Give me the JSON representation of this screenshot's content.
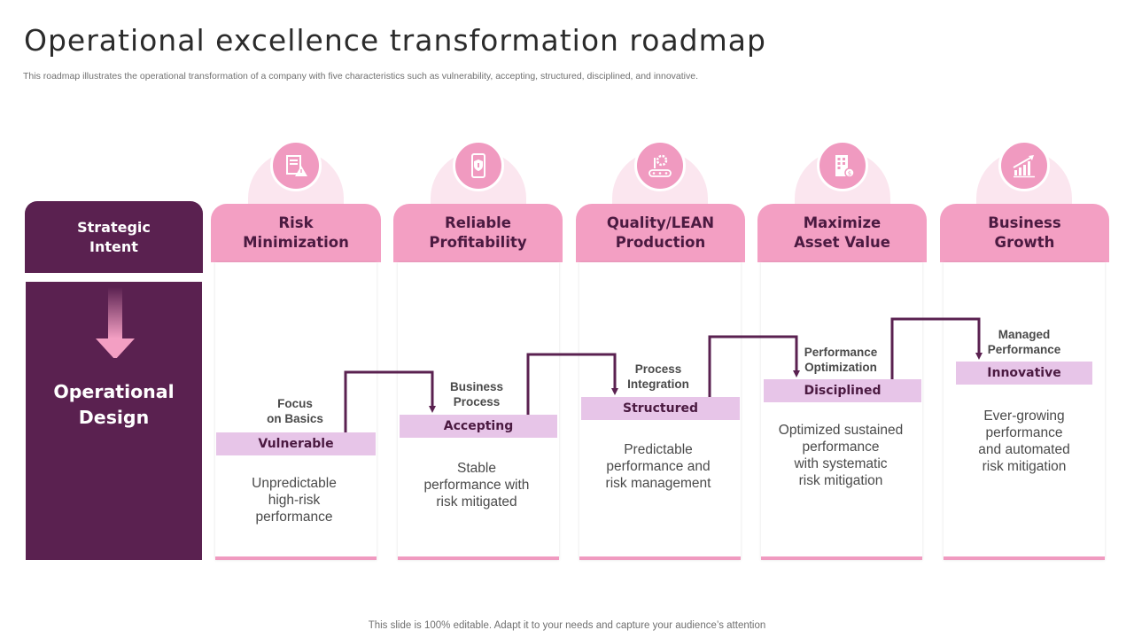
{
  "title": "Operational excellence transformation roadmap",
  "subtitle": "This roadmap illustrates the operational transformation of a company with five  characteristics such as vulnerability, accepting, structured, disciplined, and innovative.",
  "footer": "This slide is 100% editable. Adapt it to your needs and capture your audience’s attention",
  "rows": {
    "strategic_intent": "Strategic\nIntent",
    "operational_design": "Operational\nDesign"
  },
  "colors": {
    "dark_purple": "#5a2150",
    "pink": "#f39fc3",
    "light_pink": "#fbe6ef",
    "lilac": "#e7c5e8",
    "connector": "#5a2150"
  },
  "columns": [
    {
      "icon": "checklist-warning-icon",
      "header": "Risk\nMinimization",
      "step": "Focus\non Basics",
      "stage": "Vulnerable",
      "description": "Unpredictable\nhigh-risk\nperformance"
    },
    {
      "icon": "mobile-security-icon",
      "header": "Reliable\nProfitability",
      "step": "Business\nProcess",
      "stage": "Accepting",
      "description": "Stable\nperformance with\nrisk mitigated"
    },
    {
      "icon": "conveyor-gear-icon",
      "header": "Quality/LEAN\nProduction",
      "step": "Process\nIntegration",
      "stage": "Structured",
      "description": "Predictable\nperformance and\nrisk management"
    },
    {
      "icon": "building-dollar-icon",
      "header": "Maximize\nAsset Value",
      "step": "Performance\nOptimization",
      "stage": "Disciplined",
      "description": "Optimized sustained\nperformance\nwith systematic\nrisk mitigation"
    },
    {
      "icon": "growth-chart-icon",
      "header": "Business\nGrowth",
      "step": "Managed\nPerformance",
      "stage": "Innovative",
      "description": "Ever-growing\nperformance\nand automated\nrisk mitigation"
    }
  ]
}
